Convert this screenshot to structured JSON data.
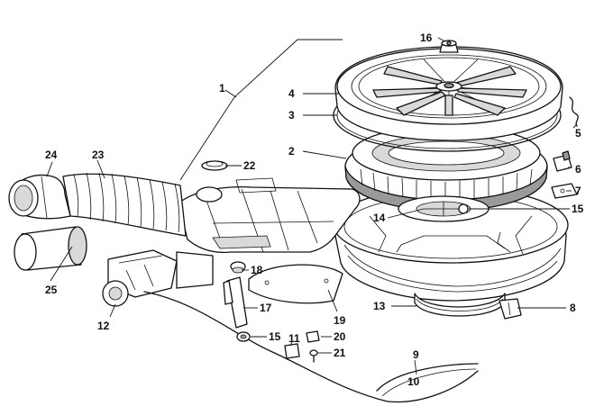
{
  "diagram": {
    "title": "",
    "callouts": [
      {
        "id": "c1",
        "label": "1"
      },
      {
        "id": "c2",
        "label": "2"
      },
      {
        "id": "c3",
        "label": "3"
      },
      {
        "id": "c4",
        "label": "4"
      },
      {
        "id": "c5",
        "label": "5"
      },
      {
        "id": "c6",
        "label": "6"
      },
      {
        "id": "c7",
        "label": "7"
      },
      {
        "id": "c8",
        "label": "8"
      },
      {
        "id": "c9",
        "label": "9"
      },
      {
        "id": "c10",
        "label": "10"
      },
      {
        "id": "c11",
        "label": "11"
      },
      {
        "id": "c12",
        "label": "12"
      },
      {
        "id": "c13",
        "label": "13"
      },
      {
        "id": "c14",
        "label": "14"
      },
      {
        "id": "c15a",
        "label": "15"
      },
      {
        "id": "c15b",
        "label": "15"
      },
      {
        "id": "c16",
        "label": "16"
      },
      {
        "id": "c17",
        "label": "17"
      },
      {
        "id": "c18",
        "label": "18"
      },
      {
        "id": "c19",
        "label": "19"
      },
      {
        "id": "c20",
        "label": "20"
      },
      {
        "id": "c21",
        "label": "21"
      },
      {
        "id": "c22",
        "label": "22"
      },
      {
        "id": "c23",
        "label": "23"
      },
      {
        "id": "c24",
        "label": "24"
      },
      {
        "id": "c25",
        "label": "25"
      }
    ]
  }
}
